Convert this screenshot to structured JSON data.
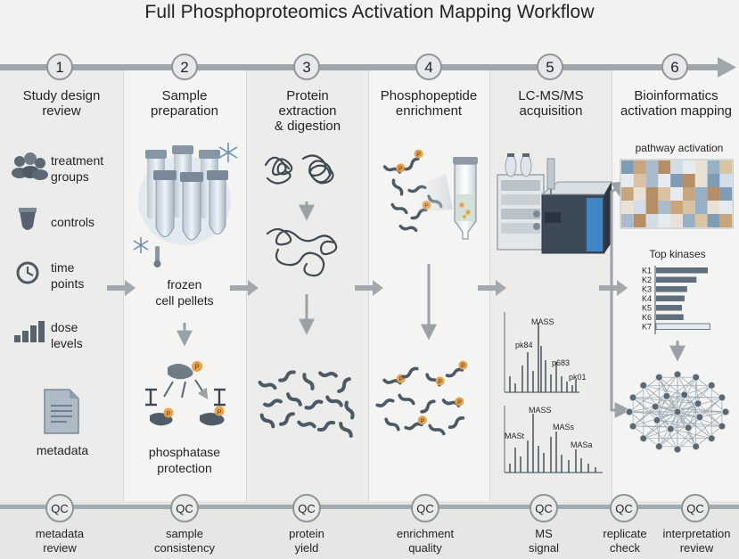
{
  "title": "Full Phosphoproteomics Activation Mapping Workflow",
  "stages": [
    {
      "num": "1",
      "title": "Study design\nreview"
    },
    {
      "num": "2",
      "title": "Sample\npreparation"
    },
    {
      "num": "3",
      "title": "Protein\nextraction\n& digestion"
    },
    {
      "num": "4",
      "title": "Phosphopeptide\nenrichment"
    },
    {
      "num": "5",
      "title": "LC-MS/MS\nacquisition"
    },
    {
      "num": "6",
      "title": "Bioinformatics\nactivation mapping"
    }
  ],
  "design_items": [
    {
      "label": "treatment\ngroups",
      "icon": "people-icon"
    },
    {
      "label": "controls",
      "icon": "tube-icon"
    },
    {
      "label": "time\npoints",
      "icon": "clock-icon"
    },
    {
      "label": "dose\nlevels",
      "icon": "bar-levels-icon"
    }
  ],
  "metadata_label": "metadata",
  "sample_label": "frozen\ncell pellets",
  "phosphatase_label": "phosphatase\nprotection",
  "phospho_marker": "P",
  "heatmap_title": "pathway activation",
  "kinases_title": "Top kinases",
  "kinases": [
    {
      "label": "K1",
      "value": 1.0
    },
    {
      "label": "K2",
      "value": 0.78
    },
    {
      "label": "K3",
      "value": 0.6
    },
    {
      "label": "K4",
      "value": 0.55
    },
    {
      "label": "K5",
      "value": 0.5
    },
    {
      "label": "K6",
      "value": 0.53
    },
    {
      "label": "K7",
      "value": 1.04
    }
  ],
  "spectrum1_labels": [
    "MASS",
    "pk84",
    "p683",
    "pk01"
  ],
  "spectrum2_labels": [
    "MASS",
    "MASs",
    "MASt",
    "MASa"
  ],
  "qc_badge": "QC",
  "qc": [
    {
      "label": "metadata\nreview"
    },
    {
      "label": "sample\nconsistency"
    },
    {
      "label": "protein\nyield"
    },
    {
      "label": "enrichment\nquality"
    },
    {
      "label": "MS\nsignal"
    },
    {
      "label": "replicate\ncheck"
    },
    {
      "label": "interpretation\nreview"
    }
  ],
  "colors": {
    "phospho": "#e8a24a",
    "peptide": "#4b5a66",
    "arrow": "#9aa1a7",
    "heat_blue": "#7f9cb5",
    "heat_tan": "#c9a57c"
  }
}
